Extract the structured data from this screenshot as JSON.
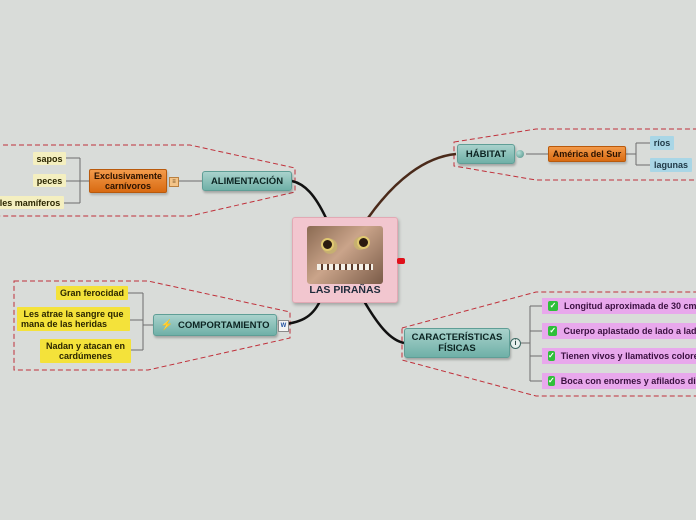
{
  "center": {
    "title": "LAS PIRAÑAS",
    "image_icon": "piranha-photo"
  },
  "branches": {
    "alimentacion": {
      "label": "ALIMENTACIÓN",
      "child": {
        "label_line1": "Exclusivamente",
        "label_line2": "carnívoros",
        "marker_icon": "notes-icon"
      },
      "items": [
        "sapos",
        "peces",
        "les mamíferos"
      ]
    },
    "comportamiento": {
      "label": "COMPORTAMIENTO",
      "icon": "lightning-icon",
      "marker_icon": "word-doc-icon",
      "items": [
        {
          "line1": "Gran ferocidad",
          "line2": ""
        },
        {
          "line1": "Les atrae la sangre que",
          "line2": "mana de las heridas"
        },
        {
          "line1": "Nadan y atacan en",
          "line2": "cardúmenes"
        }
      ]
    },
    "habitat": {
      "label": "HÁBITAT",
      "marker_icon": "globe-icon",
      "child": {
        "label": "América del Sur"
      },
      "items": [
        "ríos",
        "lagunas"
      ]
    },
    "caracteristicas": {
      "label_line1": "CARACTERÍSTICAS",
      "label_line2": "FÍSICAS",
      "marker_icon": "info-icon",
      "items": [
        "Longitud aproximada de 30 cm",
        "Cuerpo aplastado de lado a lado",
        "Tienen vivos y llamativos colores",
        "Boca con enormes y afilados dientes"
      ]
    }
  },
  "colors": {
    "background": "#d9dcd9",
    "boundary": "#c0303a",
    "central": "#f2c6cf",
    "main_topic": "#6fb0a7"
  }
}
